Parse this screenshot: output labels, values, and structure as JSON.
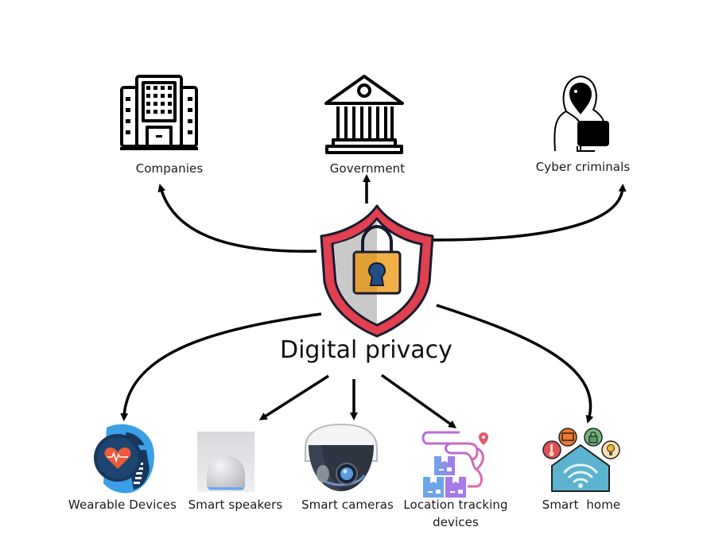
{
  "diagram": {
    "center": {
      "title": "Digital privacy",
      "icon": "shield-lock-icon"
    },
    "threats": [
      {
        "label": "Companies",
        "icon": "office-building-icon"
      },
      {
        "label": "Government",
        "icon": "government-building-icon"
      },
      {
        "label": "Cyber criminals",
        "icon": "hooded-hacker-icon"
      }
    ],
    "devices": [
      {
        "label": "Wearable Devices",
        "icon": "smartwatch-icon"
      },
      {
        "label": "Smart speakers",
        "icon": "smart-speaker-icon"
      },
      {
        "label": "Smart cameras",
        "icon": "dome-camera-icon"
      },
      {
        "label": "Location tracking",
        "label_line2": "devices",
        "icon": "location-tracking-icon"
      },
      {
        "label": "Smart  home",
        "icon": "smart-home-icon"
      }
    ],
    "colors": {
      "shield_red": "#e0404f",
      "shield_outline": "#1a1a2e",
      "lock_gold": "#f0b046",
      "lock_keyhole": "#1f4f86",
      "arrow": "#000000"
    }
  }
}
